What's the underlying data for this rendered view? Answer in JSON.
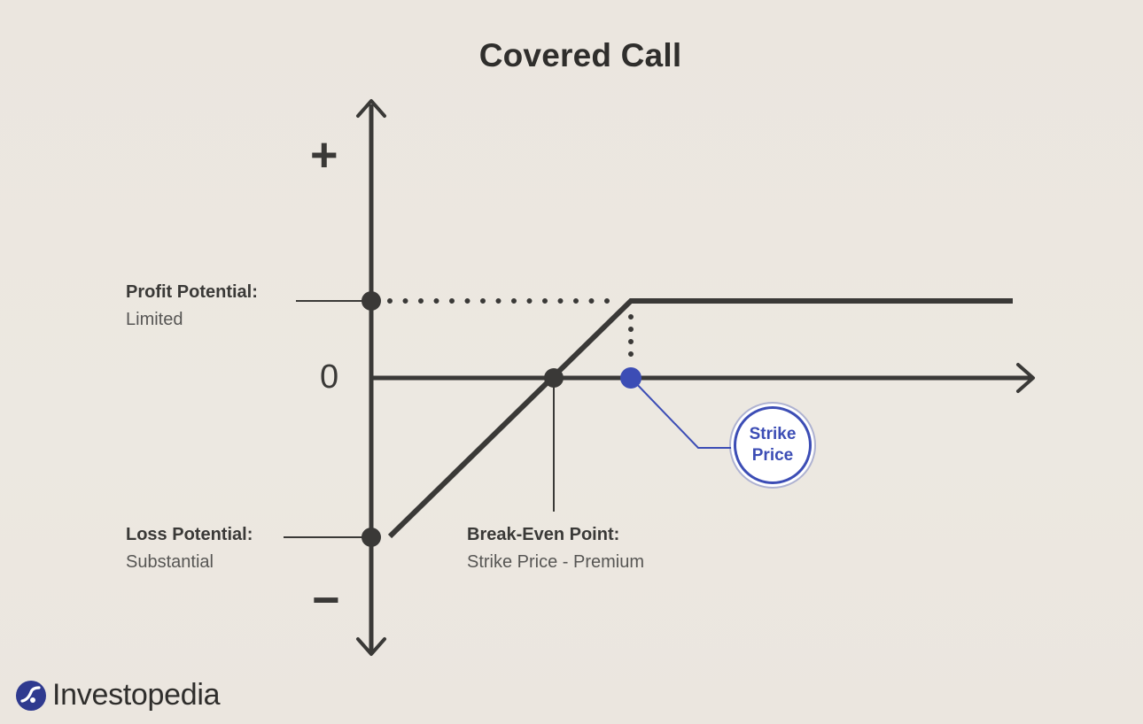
{
  "title": "Covered Call",
  "axis_symbols": {
    "plus": "+",
    "zero": "0",
    "minus": "−"
  },
  "labels": {
    "profit": {
      "head": "Profit Potential:",
      "sub": "Limited"
    },
    "loss": {
      "head": "Loss Potential:",
      "sub": "Substantial"
    },
    "break_even": {
      "head": "Break-Even Point:",
      "sub": "Strike Price - Premium"
    }
  },
  "strike": {
    "line1": "Strike",
    "line2": "Price"
  },
  "brand": {
    "name": "Investopedia"
  },
  "colors": {
    "line": "#3a3937",
    "strike_accent": "#3c4db5",
    "background": "#ebe6df"
  }
}
